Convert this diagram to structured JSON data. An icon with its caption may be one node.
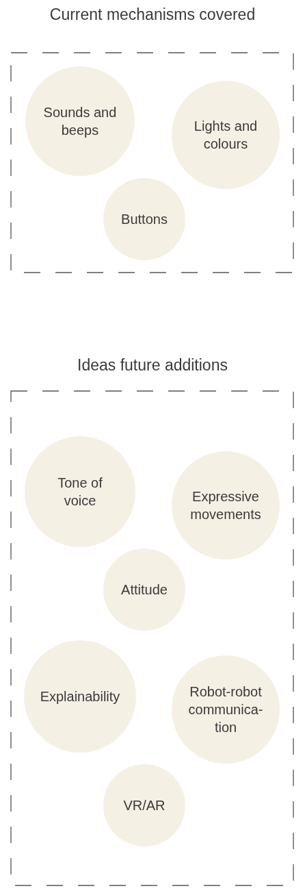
{
  "diagram": {
    "nodes": [
      {
        "text": [
          "Current mechanisms covered"
        ]
      },
      {
        "text": [
          "Sounds and beeps"
        ],
        "in": 0
      },
      {
        "text": [
          "Lights and colours"
        ],
        "in": 0
      },
      {
        "text": [
          "Buttons"
        ],
        "in": 0
      },
      {
        "text": [
          "Ideas future additions"
        ]
      },
      {
        "text": [
          "Tone of voice"
        ],
        "in": 4
      },
      {
        "text": [
          "Expressive movements"
        ],
        "in": 4
      },
      {
        "text": [
          "Attitude"
        ],
        "in": 4
      },
      {
        "text": [
          "Explainability"
        ],
        "in": 4
      },
      {
        "text": [
          "Robot-robot communica- tion"
        ],
        "in": 4
      },
      {
        "text": [
          "VR/AR"
        ],
        "in": 4
      }
    ],
    "edges": []
  }
}
